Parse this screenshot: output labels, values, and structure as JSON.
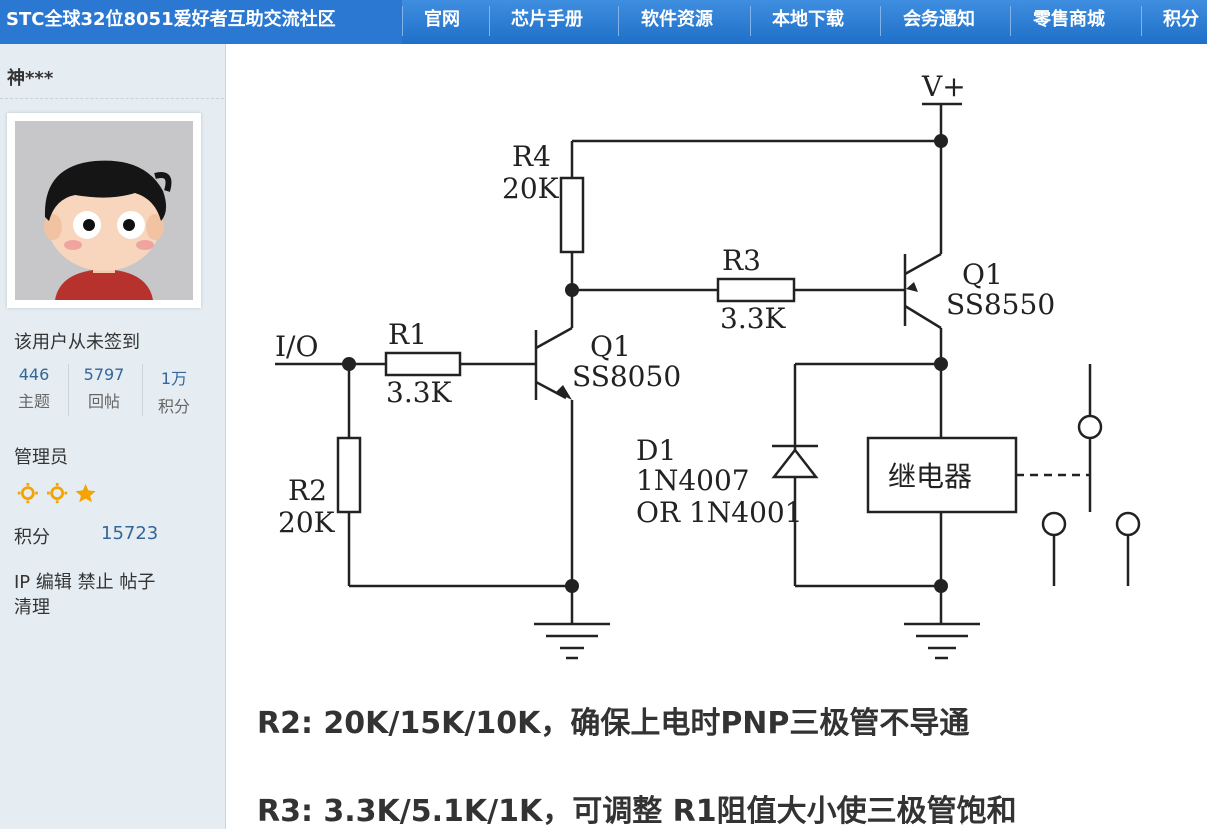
{
  "nav": {
    "brand": "STC全球32位8051爱好者互助交流社区",
    "items": [
      "官网",
      "芯片手册",
      "软件资源",
      "本地下载",
      "会务通知",
      "零售商城",
      "积分"
    ]
  },
  "sidebar": {
    "username": "神***",
    "signin_status": "该用户从未签到",
    "stats": [
      {
        "value": "446",
        "label": "主题"
      },
      {
        "value": "5797",
        "label": "回帖"
      },
      {
        "value": "1万",
        "label": "积分"
      }
    ],
    "role": "管理员",
    "points_label": "积分",
    "points_value": "15723",
    "admin_links": "IP 编辑 禁止 帖子",
    "admin_links_2": "清理"
  },
  "circuit": {
    "vplus": "V+",
    "r4_name": "R4",
    "r4_value": "20K",
    "r3_name": "R3",
    "r3_value": "3.3K",
    "q1_pnp_name": "Q1",
    "q1_pnp_model": "SS8550",
    "io_label": "I/O",
    "r1_name": "R1",
    "r1_value": "3.3K",
    "q1_npn_name": "Q1",
    "q1_npn_model": "SS8050",
    "d1_name": "D1",
    "d1_model": "1N4007",
    "d1_alt": "OR 1N4001",
    "relay_label": "继电器",
    "r2_name": "R2",
    "r2_value": "20K"
  },
  "notes": [
    "R2: 20K/15K/10K，确保上电时PNP三极管不导通",
    "R3: 3.3K/5.1K/1K，可调整 R1阻值大小使三极管饱和"
  ],
  "colors": {
    "nav": "#2b78d2",
    "sidebar": "#e5edf2",
    "link": "#336699"
  }
}
